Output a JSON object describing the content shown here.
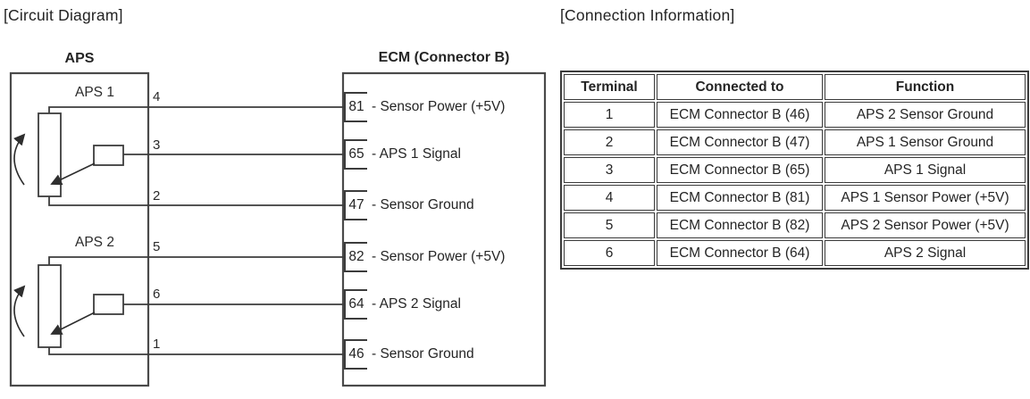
{
  "circuit": {
    "title": "[Circuit Diagram]",
    "aps": {
      "label": "APS",
      "units": [
        {
          "name": "APS 1",
          "terminals": [
            "4",
            "3",
            "2"
          ]
        },
        {
          "name": "APS 2",
          "terminals": [
            "5",
            "6",
            "1"
          ]
        }
      ]
    },
    "ecm": {
      "label": "ECM (Connector B)",
      "pins": [
        {
          "num": "81",
          "label": "- Sensor Power (+5V)"
        },
        {
          "num": "65",
          "label": "- APS 1 Signal"
        },
        {
          "num": "47",
          "label": "- Sensor Ground"
        },
        {
          "num": "82",
          "label": "- Sensor Power (+5V)"
        },
        {
          "num": "64",
          "label": "- APS 2 Signal"
        },
        {
          "num": "46",
          "label": "- Sensor Ground"
        }
      ]
    }
  },
  "connection_info": {
    "title": "[Connection Information]",
    "table": {
      "headers": [
        "Terminal",
        "Connected to",
        "Function"
      ],
      "rows": [
        [
          "1",
          "ECM Connector B (46)",
          "APS 2 Sensor Ground"
        ],
        [
          "2",
          "ECM Connector B (47)",
          "APS 1 Sensor Ground"
        ],
        [
          "3",
          "ECM Connector B (65)",
          "APS 1 Signal"
        ],
        [
          "4",
          "ECM Connector B (81)",
          "APS 1 Sensor Power (+5V)"
        ],
        [
          "5",
          "ECM Connector B (82)",
          "APS 2 Sensor Power (+5V)"
        ],
        [
          "6",
          "ECM Connector B (64)",
          "APS 2 Signal"
        ]
      ]
    }
  },
  "colors": {
    "line": "#3c3c3c",
    "text": "#1e1e1e",
    "background": "#ffffff"
  }
}
